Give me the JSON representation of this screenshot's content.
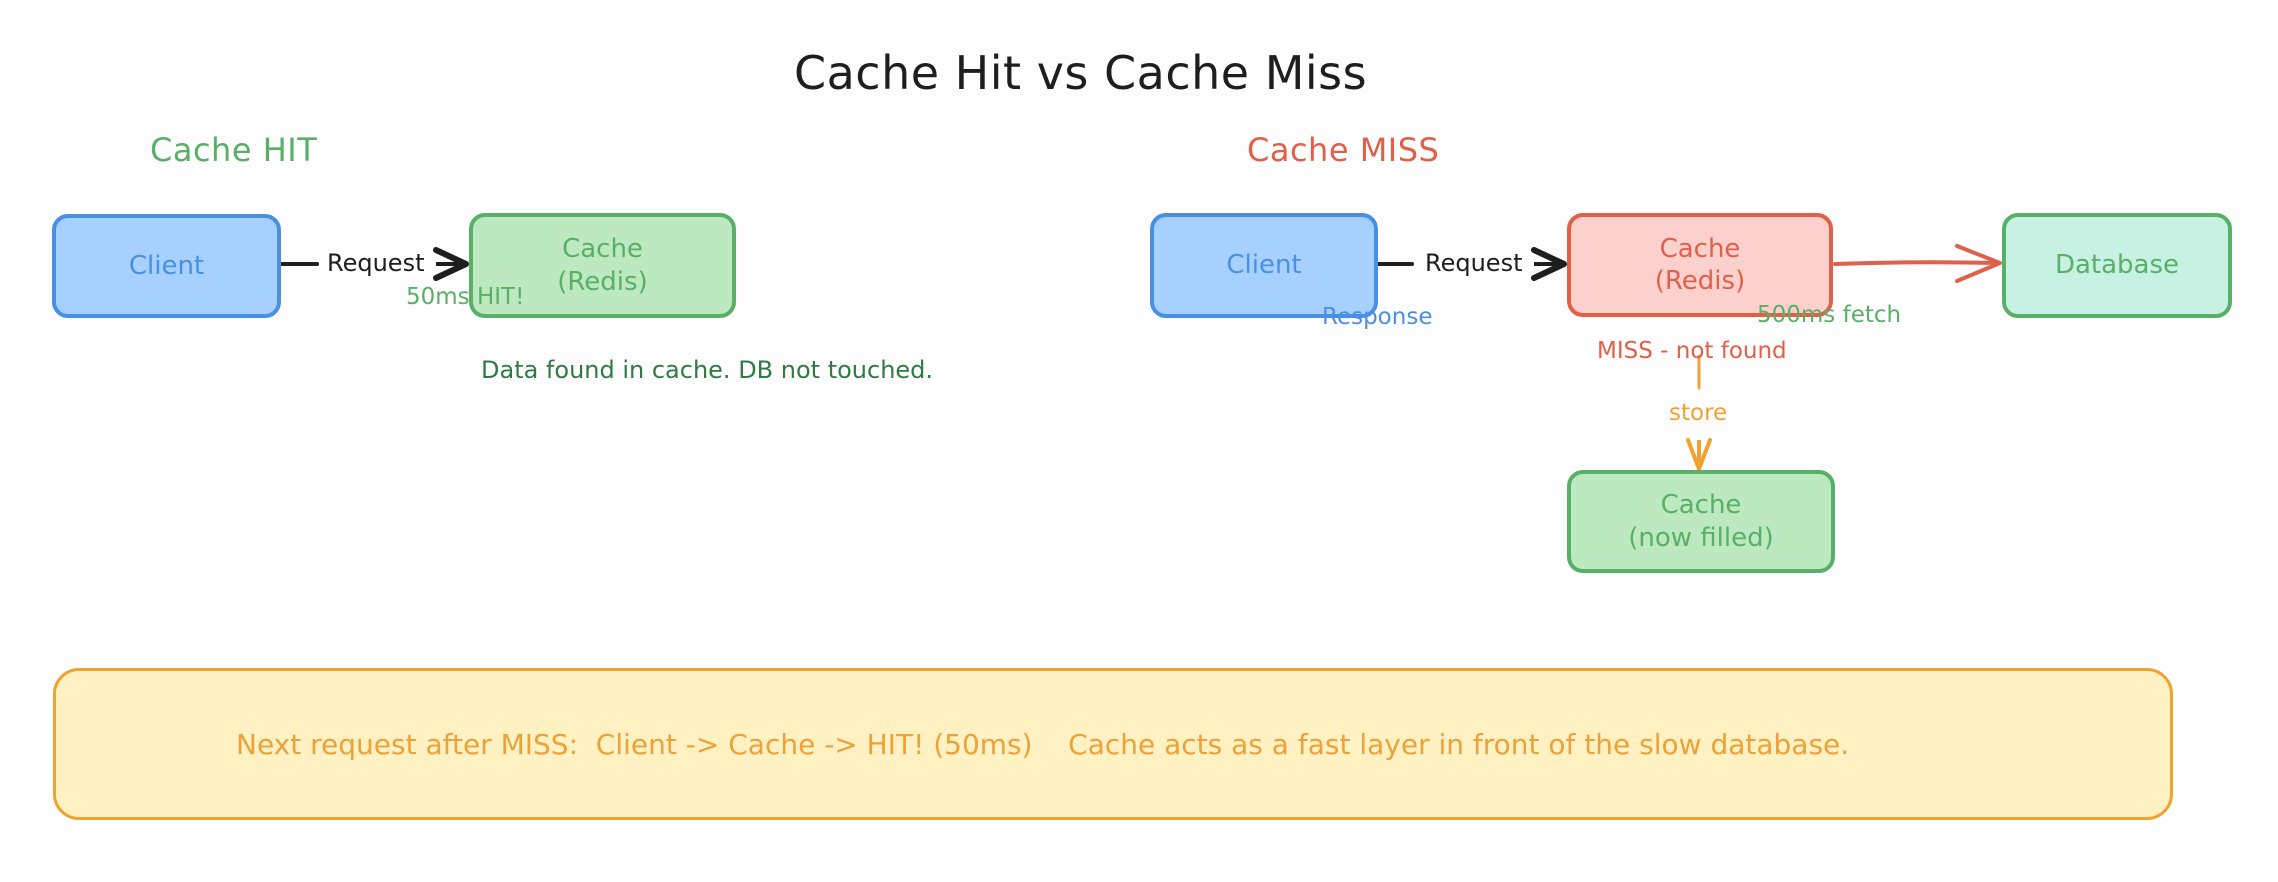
{
  "title": "Cache Hit vs Cache Miss",
  "colors": {
    "hit_green": "#5aaf68",
    "miss_red": "#e0604a",
    "client_blue": "#4a90e2",
    "client_fill": "#a5d0ff",
    "cache_green_fill": "#bde9c1",
    "cache_red_fill": "#fcd0cc",
    "db_fill": "#c7f1e3",
    "store_orange": "#f0a231",
    "note_fill": "#fff1c2",
    "dark_green_text": "#2f7a45",
    "arrow_black": "#1e1e1e"
  },
  "hit": {
    "heading": "Cache HIT",
    "client": "Client",
    "request_label": "Request",
    "cache_line1": "Cache",
    "cache_line2": "(Redis)",
    "latency_label": "50ms HIT!",
    "description": "Data found in cache. DB not touched."
  },
  "miss": {
    "heading": "Cache MISS",
    "client": "Client",
    "request_label": "Request",
    "response_label": "Response",
    "cache_line1": "Cache",
    "cache_line2": "(Redis)",
    "database": "Database",
    "fetch_label": "500ms fetch",
    "miss_label": "MISS - not found",
    "store_label": "store",
    "filled_line1": "Cache",
    "filled_line2": "(now filled)"
  },
  "note": {
    "text": "Next request after MISS:  Client -> Cache -> HIT! (50ms)    Cache acts as a fast layer in front of the slow database."
  }
}
